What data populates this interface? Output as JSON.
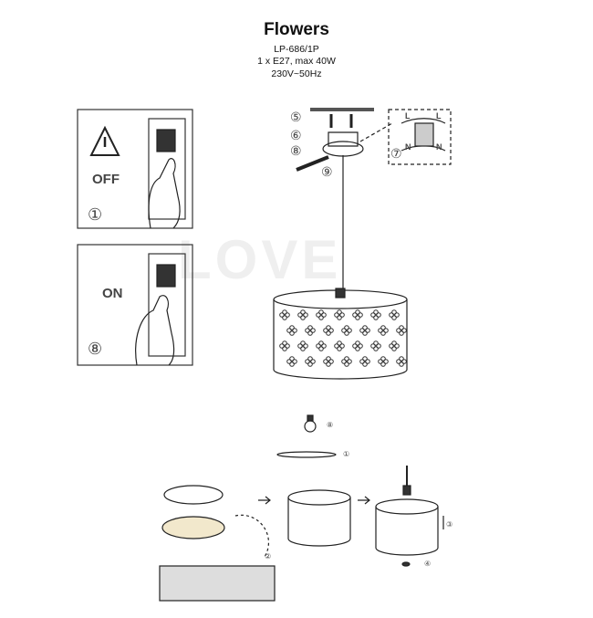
{
  "header": {
    "title": "Flowers",
    "model": "LP-686/1P",
    "bulb": "1 x E27, max 40W",
    "voltage": "230V~50Hz"
  },
  "steps": {
    "off_panel": {
      "label": "OFF",
      "number": "①"
    },
    "on_panel": {
      "label": "ON",
      "number": "⑧"
    },
    "mount_labels": [
      "⑤",
      "⑥",
      "⑧",
      "⑨",
      "⑦"
    ],
    "wire_labels": {
      "live": "L",
      "neutral": "N"
    },
    "bottom_labels": [
      "⑧",
      "①",
      "②",
      "③",
      "④"
    ]
  },
  "watermark": "LOVE"
}
